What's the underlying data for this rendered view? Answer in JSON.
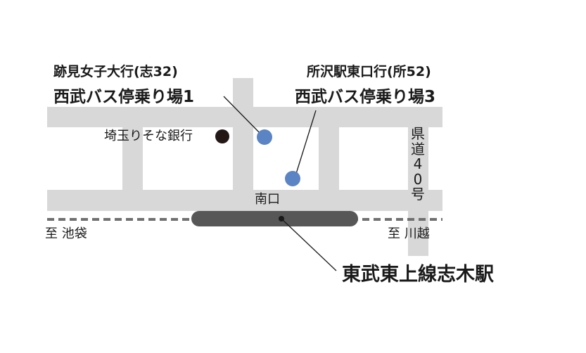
{
  "stops": [
    {
      "destination": "跡見女子大行(志32)",
      "name": "西武バス停乗り場1"
    },
    {
      "destination": "所沢駅東口行(所52)",
      "name": "西武バス停乗り場3"
    }
  ],
  "landmarks": {
    "bank": "埼玉りそな銀行",
    "south_exit": "南口",
    "prefectural_road": "県道40号"
  },
  "directions": {
    "west": "至 池袋",
    "east": "至 川越"
  },
  "station": "東武東上線志木駅",
  "colors": {
    "road": "#d8d8d8",
    "stop_marker": "#5b84c4",
    "platform": "#575757",
    "rail": "#707070",
    "text": "#1a1a1a"
  }
}
